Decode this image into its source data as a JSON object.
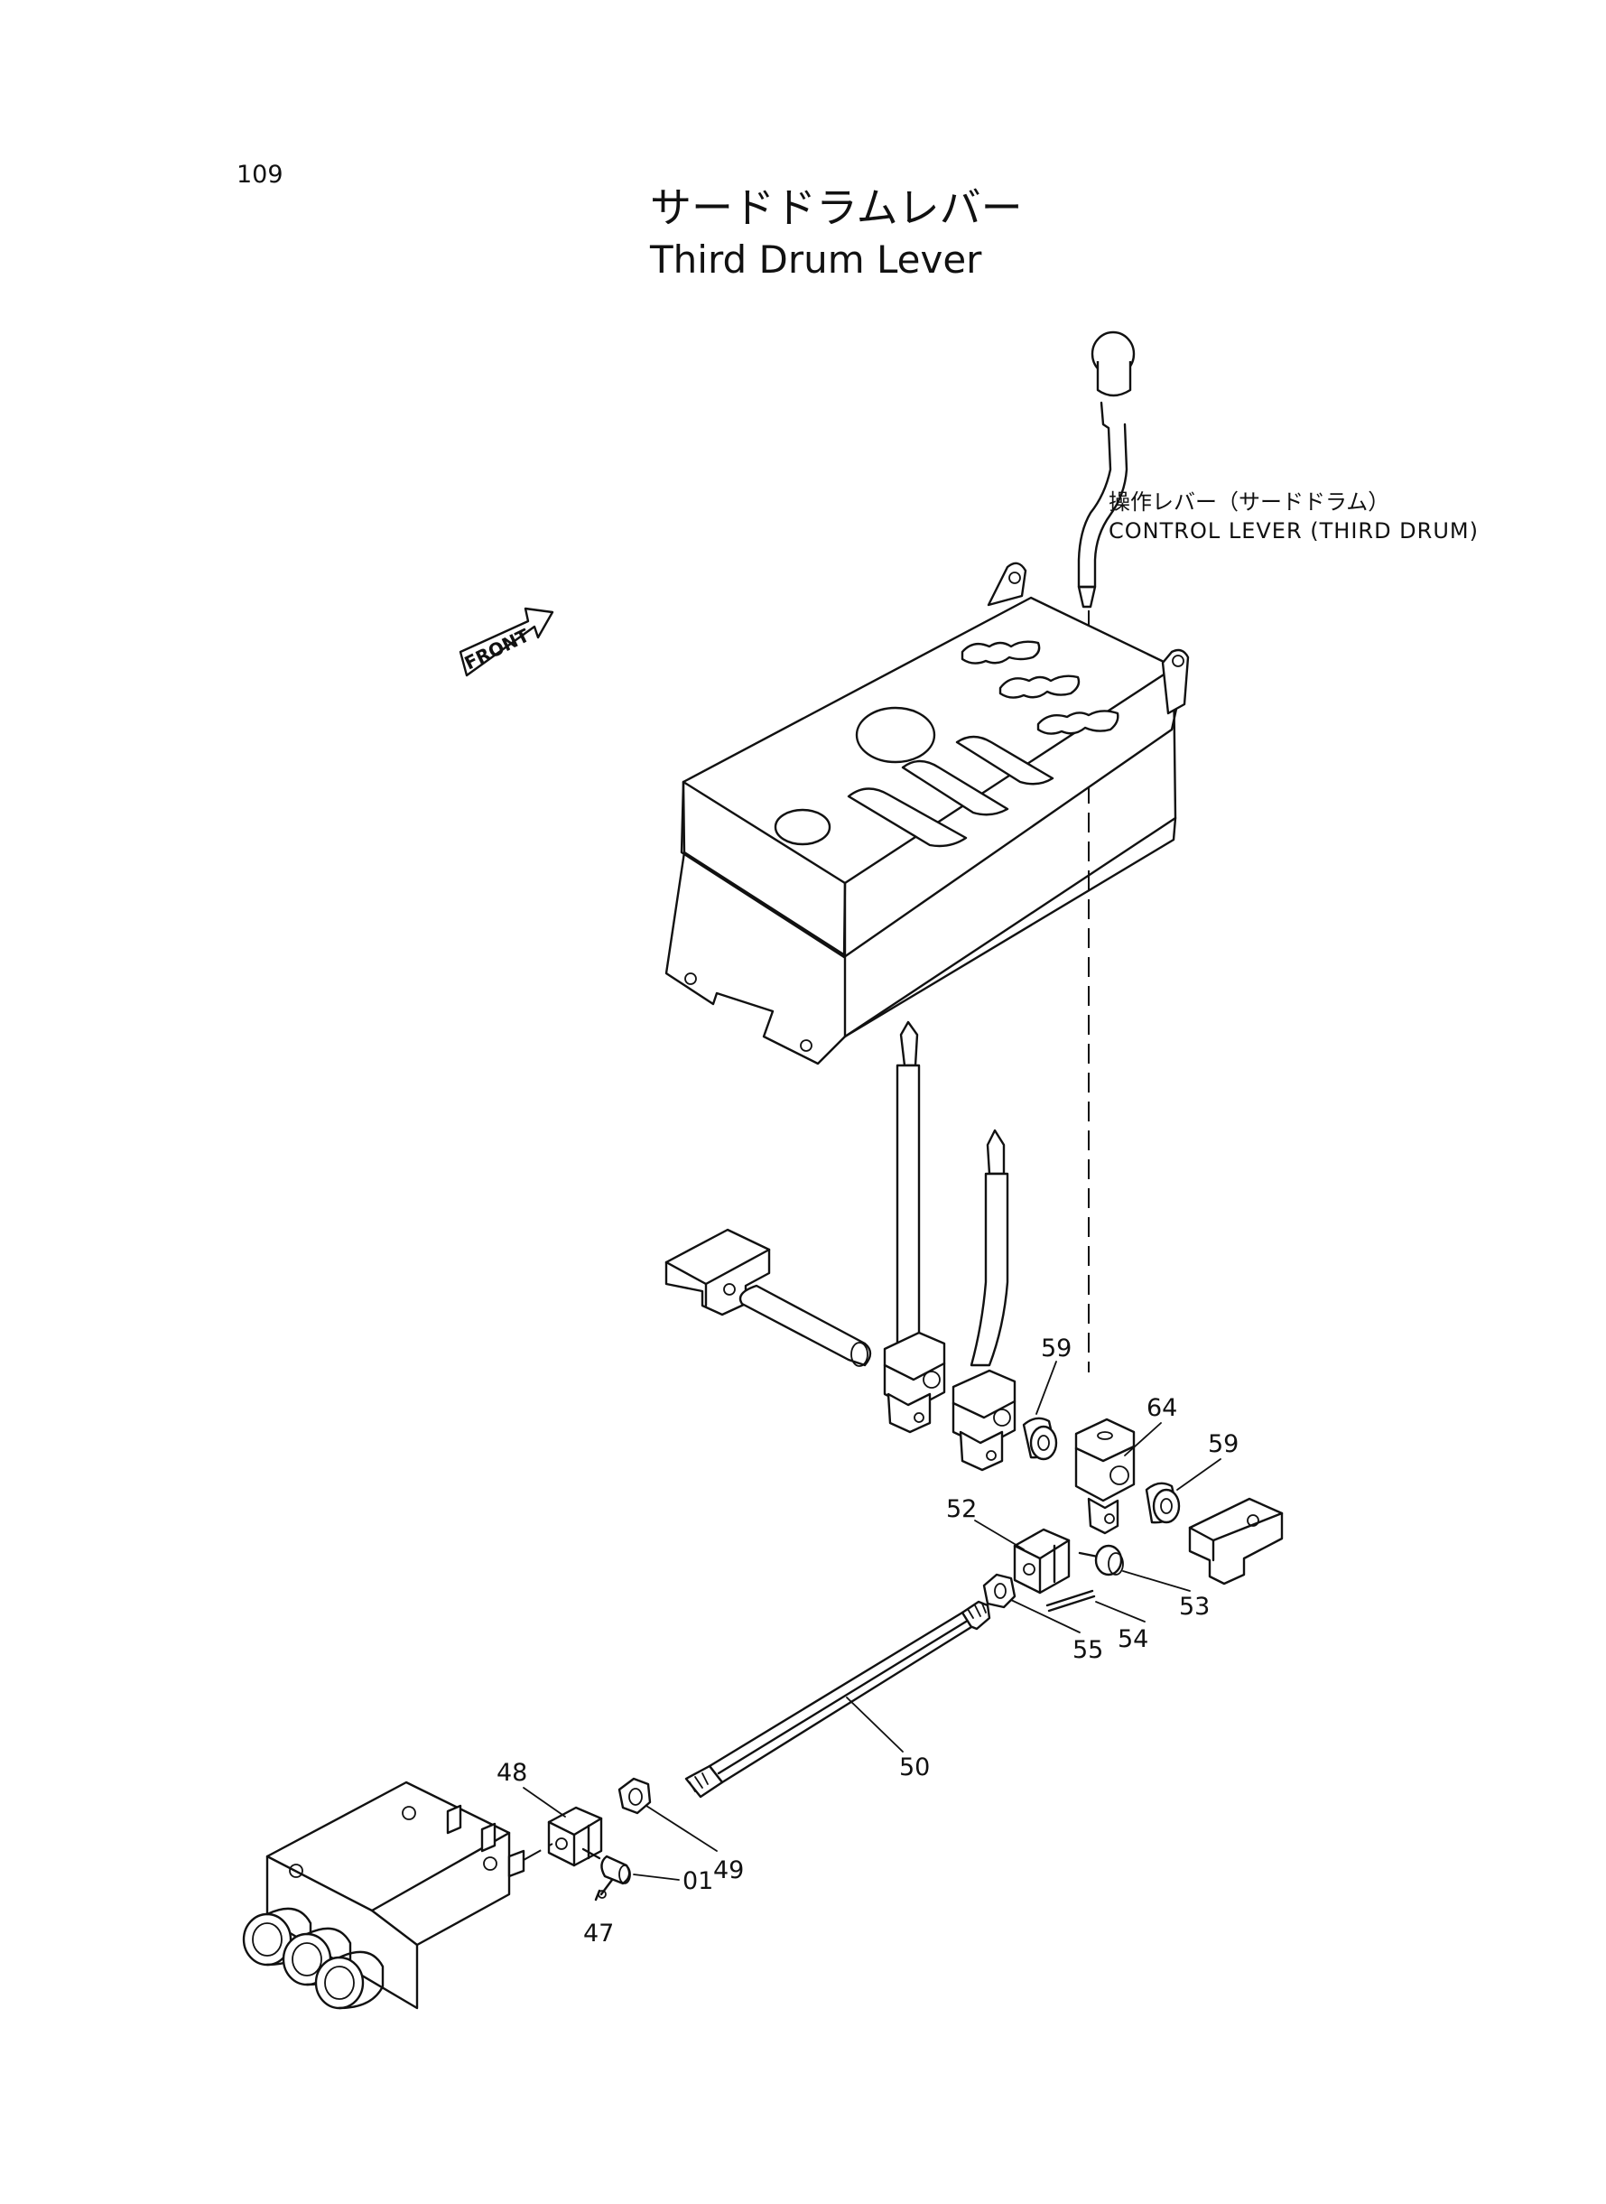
{
  "page_number": "109",
  "title_jp": "サードドラムレバー",
  "title_en": "Third Drum Lever",
  "control_lever": {
    "label_jp": "操作レバー（サードドラム）",
    "label_en": "CONTROL LEVER (THIRD DRUM)"
  },
  "front_label": "FRONT",
  "callouts": [
    {
      "id": "p59a",
      "text": "59"
    },
    {
      "id": "p64",
      "text": "64"
    },
    {
      "id": "p59b",
      "text": "59"
    },
    {
      "id": "p52",
      "text": "52"
    },
    {
      "id": "p53",
      "text": "53"
    },
    {
      "id": "p54",
      "text": "54"
    },
    {
      "id": "p55",
      "text": "55"
    },
    {
      "id": "p50",
      "text": "50"
    },
    {
      "id": "p48",
      "text": "48"
    },
    {
      "id": "p49",
      "text": "49"
    },
    {
      "id": "p01",
      "text": "01"
    },
    {
      "id": "p47",
      "text": "47"
    }
  ]
}
